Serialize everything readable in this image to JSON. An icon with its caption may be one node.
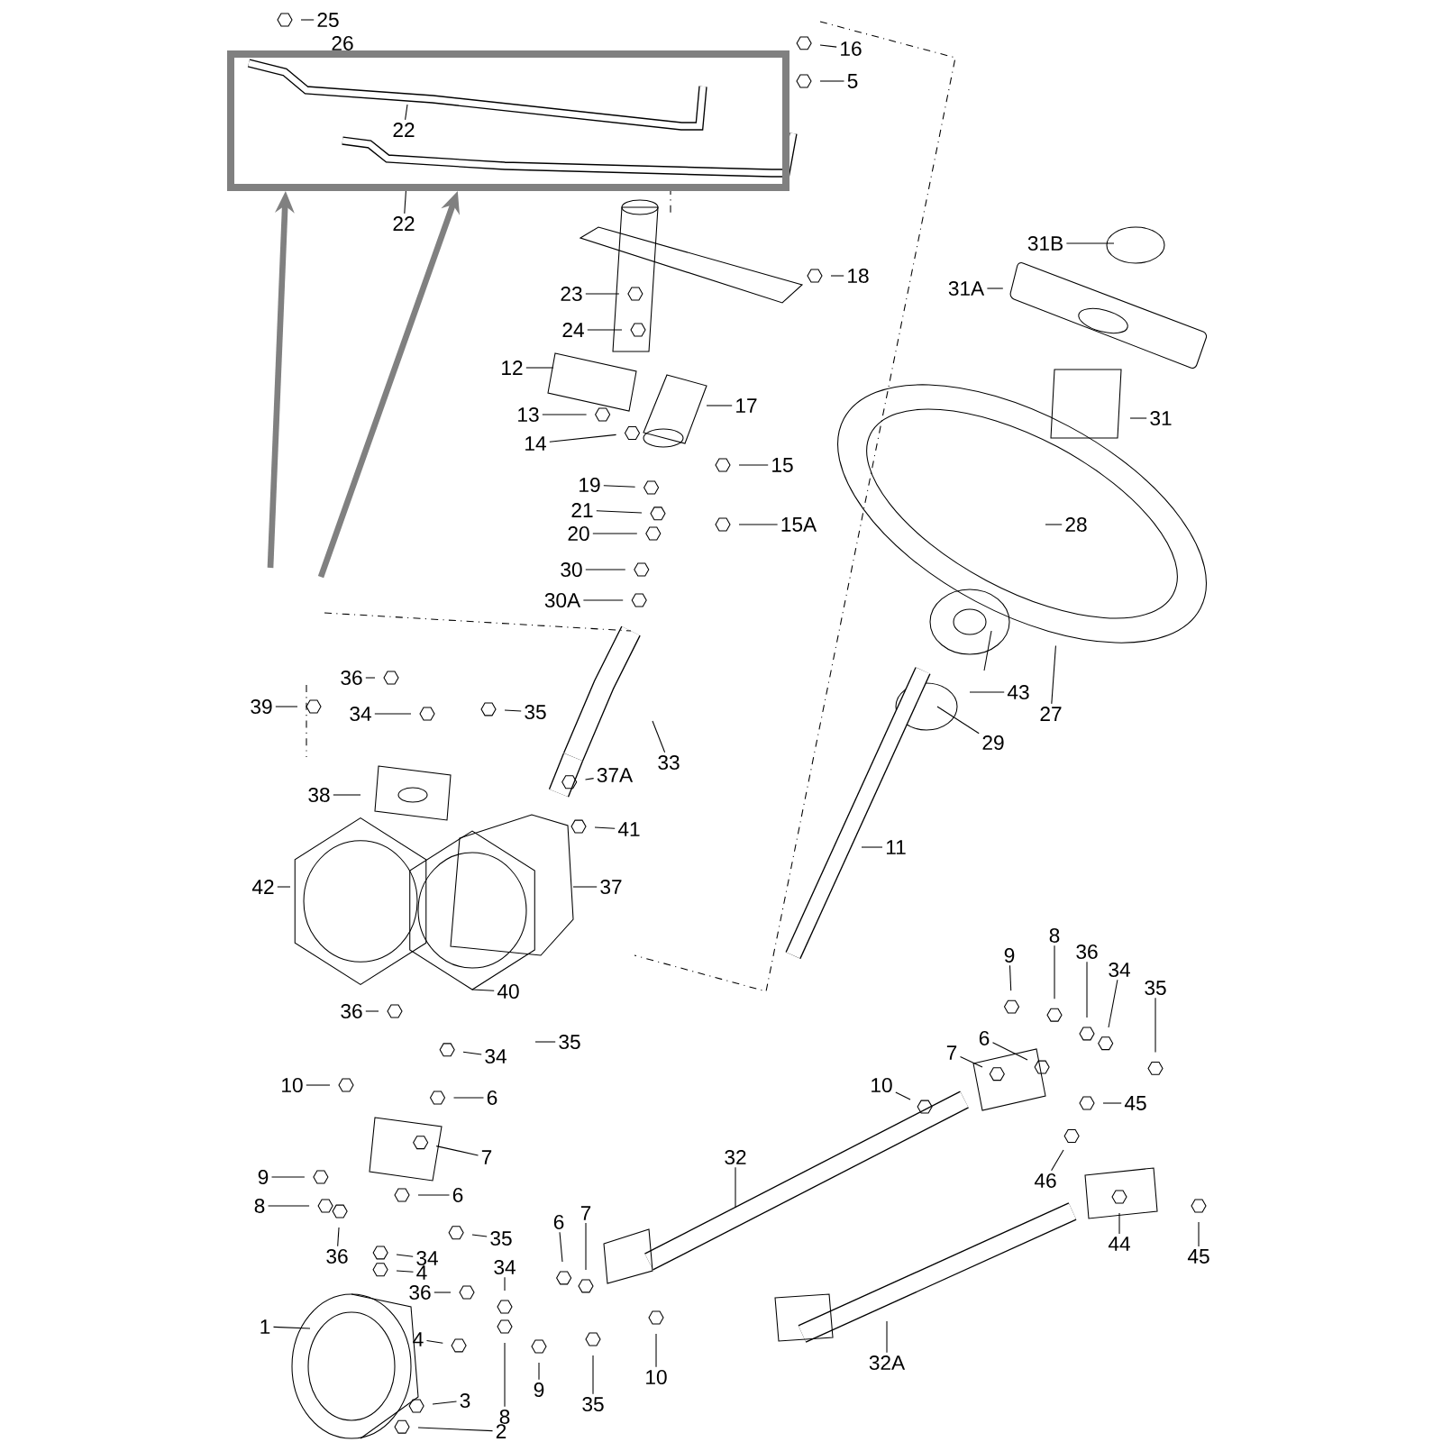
{
  "diagram": {
    "nodes": [
      {
        "text": [],
        "shape": "box"
      },
      {
        "text": [
          "25"
        ]
      },
      {
        "text": [
          "16"
        ]
      },
      {
        "text": [
          "5"
        ]
      },
      {
        "text": [
          "22"
        ],
        "in": 0
      },
      {
        "text": [
          "22"
        ]
      },
      {
        "text": [
          "18"
        ]
      },
      {
        "text": [
          "23"
        ]
      },
      {
        "text": [
          "24"
        ]
      },
      {
        "text": [
          "12"
        ]
      },
      {
        "text": [
          "17"
        ]
      },
      {
        "text": [
          "13"
        ]
      },
      {
        "text": [
          "14"
        ]
      },
      {
        "text": [
          "15"
        ]
      },
      {
        "text": [
          "19"
        ]
      },
      {
        "text": [
          "21"
        ]
      },
      {
        "text": [
          "15A"
        ]
      },
      {
        "text": [
          "20"
        ]
      },
      {
        "text": [
          "30"
        ]
      },
      {
        "text": [
          "30A"
        ]
      },
      {
        "text": [
          "31B"
        ]
      },
      {
        "text": [
          "31A"
        ]
      },
      {
        "text": [
          "31"
        ]
      },
      {
        "text": [
          "28"
        ]
      },
      {
        "text": [
          "43"
        ]
      },
      {
        "text": [
          "27"
        ]
      },
      {
        "text": [
          "29"
        ]
      },
      {
        "text": [
          "36"
        ]
      },
      {
        "text": [
          "39"
        ]
      },
      {
        "text": [
          "34"
        ]
      },
      {
        "text": [
          "35"
        ]
      },
      {
        "text": [
          "33"
        ]
      },
      {
        "text": [
          "37A"
        ]
      },
      {
        "text": [
          "38"
        ]
      },
      {
        "text": [
          "41"
        ]
      },
      {
        "text": [
          "42"
        ]
      },
      {
        "text": [
          "37"
        ]
      },
      {
        "text": [
          "11"
        ]
      },
      {
        "text": [
          "40"
        ]
      },
      {
        "text": [
          "36"
        ]
      },
      {
        "text": [
          "35"
        ]
      },
      {
        "text": [
          "34"
        ]
      },
      {
        "text": [
          "9"
        ]
      },
      {
        "text": [
          "8"
        ]
      },
      {
        "text": [
          "36"
        ]
      },
      {
        "text": [
          "34"
        ]
      },
      {
        "text": [
          "35"
        ]
      },
      {
        "text": [
          "10"
        ]
      },
      {
        "text": [
          "6"
        ]
      },
      {
        "text": [
          "6"
        ]
      },
      {
        "text": [
          "7"
        ]
      },
      {
        "text": [
          "10"
        ]
      },
      {
        "text": [
          "45"
        ]
      },
      {
        "text": [
          "7"
        ]
      },
      {
        "text": [
          "32"
        ]
      },
      {
        "text": [
          "9"
        ]
      },
      {
        "text": [
          "46"
        ]
      },
      {
        "text": [
          "6"
        ]
      },
      {
        "text": [
          "8"
        ]
      },
      {
        "text": [
          "6"
        ]
      },
      {
        "text": [
          "7"
        ]
      },
      {
        "text": [
          "35"
        ]
      },
      {
        "text": [
          "44"
        ]
      },
      {
        "text": [
          "34"
        ]
      },
      {
        "text": [
          "36"
        ]
      },
      {
        "text": [
          "45"
        ]
      },
      {
        "text": [
          "34"
        ]
      },
      {
        "text": [
          "4"
        ]
      },
      {
        "text": [
          "36"
        ]
      },
      {
        "text": [
          "1"
        ]
      },
      {
        "text": [
          "4"
        ]
      },
      {
        "text": [
          "32A"
        ]
      },
      {
        "text": [
          "10"
        ]
      },
      {
        "text": [
          "3"
        ]
      },
      {
        "text": [
          "35"
        ]
      },
      {
        "text": [
          "8"
        ]
      },
      {
        "text": [
          "9"
        ]
      },
      {
        "text": [
          "2"
        ]
      }
    ],
    "edges": [
      {
        "from": 1,
        "to": null,
        "arrow": "none"
      },
      {
        "from": 2,
        "to": null,
        "arrow": "none"
      },
      {
        "from": 3,
        "to": null,
        "arrow": "none"
      },
      {
        "from": 4,
        "to": null,
        "arrow": "none"
      },
      {
        "from": 5,
        "to": 0,
        "arrow": "none"
      },
      {
        "from": 6,
        "to": null,
        "arrow": "none"
      },
      {
        "from": 7,
        "to": null,
        "arrow": "none"
      },
      {
        "from": 8,
        "to": null,
        "arrow": "none"
      },
      {
        "from": 9,
        "to": null,
        "arrow": "none"
      },
      {
        "from": 10,
        "to": null,
        "arrow": "none"
      },
      {
        "from": 11,
        "to": null,
        "arrow": "none"
      },
      {
        "from": 12,
        "to": null,
        "arrow": "none"
      },
      {
        "from": 13,
        "to": null,
        "arrow": "none"
      },
      {
        "from": 14,
        "to": null,
        "arrow": "none"
      },
      {
        "from": 15,
        "to": null,
        "arrow": "none"
      },
      {
        "from": 16,
        "to": null,
        "arrow": "none"
      },
      {
        "from": 17,
        "to": null,
        "arrow": "none"
      },
      {
        "from": 18,
        "to": null,
        "arrow": "none"
      },
      {
        "from": 19,
        "to": null,
        "arrow": "none"
      },
      {
        "from": 20,
        "to": null,
        "arrow": "none"
      },
      {
        "from": 21,
        "to": null,
        "arrow": "none"
      },
      {
        "from": 22,
        "to": null,
        "arrow": "none"
      },
      {
        "from": 23,
        "to": null,
        "arrow": "none"
      },
      {
        "from": 24,
        "to": null,
        "arrow": "none"
      },
      {
        "from": 25,
        "to": null,
        "arrow": "none"
      },
      {
        "from": 26,
        "to": null,
        "arrow": "none"
      },
      {
        "from": 27,
        "to": null,
        "arrow": "none"
      },
      {
        "from": 28,
        "to": null,
        "arrow": "none"
      },
      {
        "from": 29,
        "to": null,
        "arrow": "none"
      },
      {
        "from": 30,
        "to": null,
        "arrow": "none"
      },
      {
        "from": 31,
        "to": null,
        "arrow": "none"
      },
      {
        "from": 32,
        "to": null,
        "arrow": "none"
      },
      {
        "from": 33,
        "to": null,
        "arrow": "none"
      },
      {
        "from": 34,
        "to": null,
        "arrow": "none"
      },
      {
        "from": 35,
        "to": null,
        "arrow": "none"
      },
      {
        "from": 36,
        "to": null,
        "arrow": "none"
      },
      {
        "from": 37,
        "to": null,
        "arrow": "none"
      },
      {
        "from": 38,
        "to": null,
        "arrow": "none"
      },
      {
        "from": 39,
        "to": null,
        "arrow": "none"
      },
      {
        "from": 40,
        "to": null,
        "arrow": "none"
      },
      {
        "from": 41,
        "to": null,
        "arrow": "none"
      },
      {
        "from": 42,
        "to": null,
        "arrow": "none"
      },
      {
        "from": 43,
        "to": null,
        "arrow": "none"
      },
      {
        "from": 44,
        "to": null,
        "arrow": "none"
      },
      {
        "from": 45,
        "to": null,
        "arrow": "none"
      },
      {
        "from": 46,
        "to": null,
        "arrow": "none"
      },
      {
        "from": 47,
        "to": null,
        "arrow": "none"
      },
      {
        "from": 48,
        "to": null,
        "arrow": "none"
      },
      {
        "from": 49,
        "to": null,
        "arrow": "none"
      },
      {
        "from": 50,
        "to": null,
        "arrow": "none"
      },
      {
        "from": 51,
        "to": null,
        "arrow": "none"
      },
      {
        "from": 52,
        "to": null,
        "arrow": "none"
      },
      {
        "from": 53,
        "to": null,
        "arrow": "none"
      },
      {
        "from": 54,
        "to": null,
        "arrow": "none"
      },
      {
        "from": 55,
        "to": null,
        "arrow": "none"
      },
      {
        "from": 56,
        "to": null,
        "arrow": "none"
      },
      {
        "from": 57,
        "to": null,
        "arrow": "none"
      },
      {
        "from": 58,
        "to": null,
        "arrow": "none"
      },
      {
        "from": 59,
        "to": null,
        "arrow": "none"
      },
      {
        "from": 60,
        "to": null,
        "arrow": "none"
      },
      {
        "from": 61,
        "to": null,
        "arrow": "none"
      },
      {
        "from": 62,
        "to": null,
        "arrow": "none"
      },
      {
        "from": 63,
        "to": null,
        "arrow": "none"
      },
      {
        "from": 64,
        "to": null,
        "arrow": "none"
      },
      {
        "from": 65,
        "to": null,
        "arrow": "none"
      },
      {
        "from": 66,
        "to": null,
        "arrow": "none"
      },
      {
        "from": 67,
        "to": null,
        "arrow": "none"
      },
      {
        "from": 68,
        "to": null,
        "arrow": "none"
      },
      {
        "from": 69,
        "to": null,
        "arrow": "none"
      },
      {
        "from": 70,
        "to": null,
        "arrow": "none"
      },
      {
        "from": 71,
        "to": null,
        "arrow": "none"
      },
      {
        "from": 72,
        "to": null,
        "arrow": "none"
      },
      {
        "from": 73,
        "to": null,
        "arrow": "none"
      },
      {
        "from": 74,
        "to": null,
        "arrow": "none"
      },
      {
        "from": 75,
        "to": null,
        "arrow": "none"
      },
      {
        "from": 76,
        "to": null,
        "arrow": "none"
      },
      {
        "from": 77,
        "to": null,
        "arrow": "none"
      },
      {
        "from": null,
        "to": 0,
        "arrow": "to",
        "style": "thick",
        "color": "#808080"
      },
      {
        "from": null,
        "to": 0,
        "arrow": "to",
        "style": "thick",
        "color": "#808080"
      }
    ],
    "labels": [
      "26"
    ]
  }
}
